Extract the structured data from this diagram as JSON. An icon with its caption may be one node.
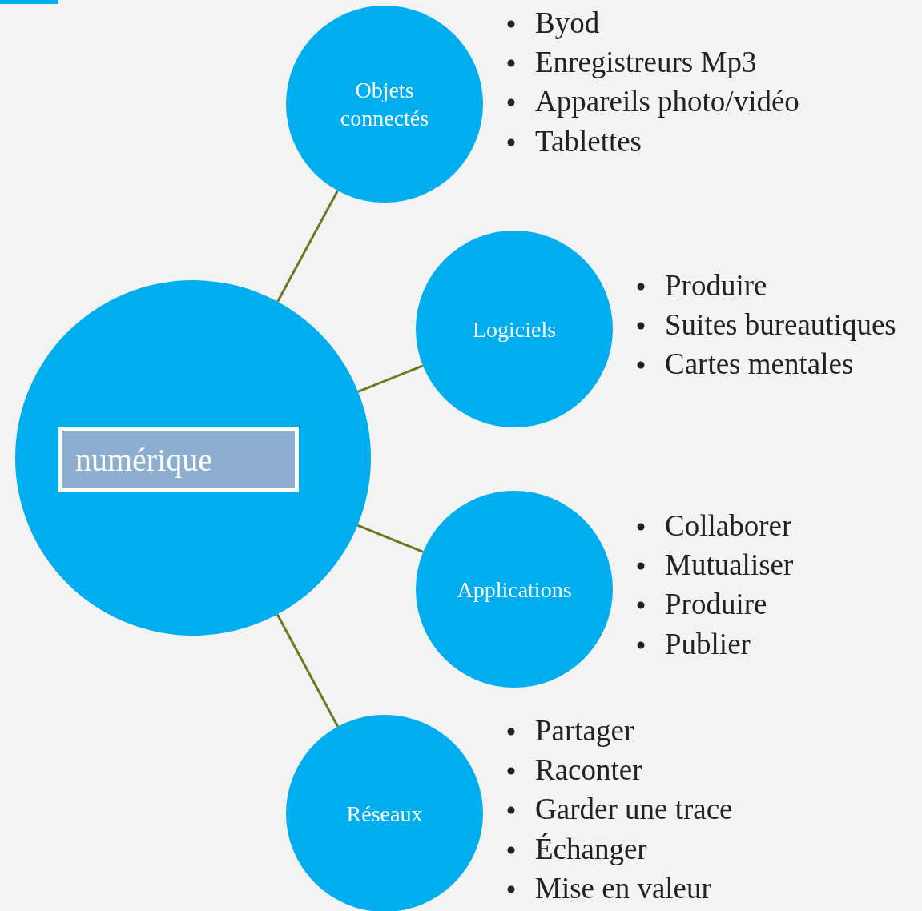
{
  "diagram": {
    "nodes": [
      {
        "text": [],
        "shape": "circle"
      },
      {
        "text": [
          "numérique"
        ],
        "in": 0
      },
      {
        "text": [
          "Objets connectés"
        ],
        "beside": [
          "Byod",
          "Enregistreurs Mp3",
          "Appareils photo/vidéo",
          "Tablettes"
        ]
      },
      {
        "text": [
          "Logiciels"
        ],
        "beside": [
          "Produire",
          "Suites bureautiques",
          "Cartes mentales"
        ]
      },
      {
        "text": [
          "Applications"
        ],
        "beside": [
          "Collaborer",
          "Mutualiser",
          "Produire",
          "Publier"
        ]
      },
      {
        "text": [
          "Réseaux"
        ],
        "beside": [
          "Partager",
          "Raconter",
          "Garder une trace",
          "Échanger",
          "Mise en valeur"
        ]
      }
    ],
    "edges": [
      {
        "from": 0,
        "to": 2,
        "arrow": "none"
      },
      {
        "from": 0,
        "to": 3,
        "arrow": "none"
      },
      {
        "from": 0,
        "to": 4,
        "arrow": "none"
      },
      {
        "from": 0,
        "to": 5,
        "arrow": "none"
      }
    ]
  }
}
